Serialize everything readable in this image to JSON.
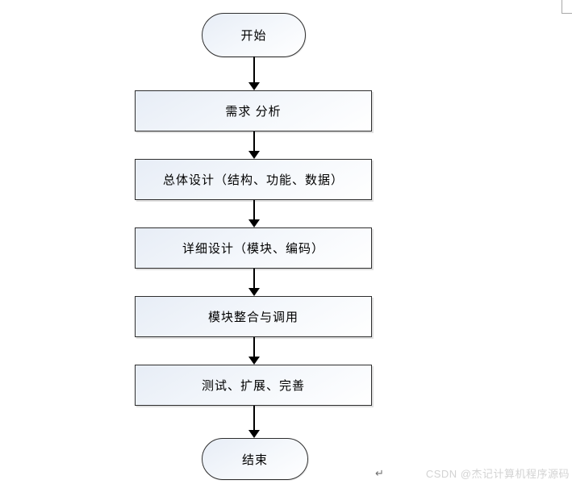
{
  "page": {
    "background": "#ffffff"
  },
  "flowchart": {
    "type": "vertical-process-flow",
    "start_label": "开始",
    "steps": [
      {
        "label": "需求 分析"
      },
      {
        "label": "总体设计（结构、功能、数据）"
      },
      {
        "label": "详细设计（模块、编码）"
      },
      {
        "label": "模块整合与调用"
      },
      {
        "label": "测试、扩展、完善"
      }
    ],
    "end_label": "结束"
  },
  "marks": {
    "line_break_symbol": "↵",
    "watermark_text": "CSDN @杰记计算机程序源码"
  },
  "colors": {
    "node_border": "#2e2e2e",
    "node_fill_top": "#e7edf6",
    "node_fill_bottom": "#ffffff",
    "arrow": "#000000",
    "text": "#000000",
    "watermark": "#d3d3d3",
    "corner_mark": "#a8a8a8",
    "return_mark": "#6f6f6f"
  }
}
